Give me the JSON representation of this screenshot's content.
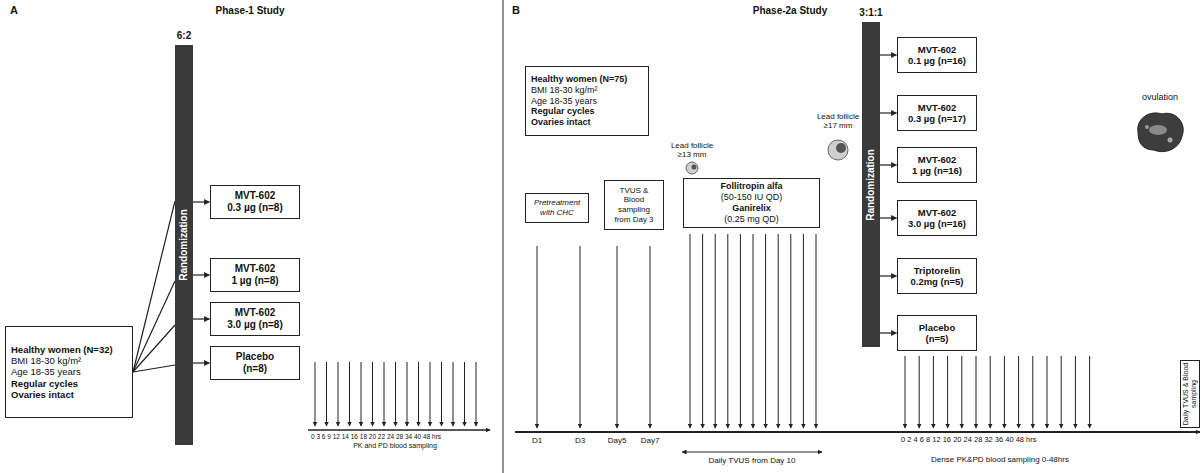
{
  "diagram": {
    "nodes": [
      {
        "text": [
          "Healthy women (N=32)",
          "BMI 18-30 kg/m²",
          "Age 18-35 years",
          "Regular cycles",
          "Ovaries intact"
        ]
      },
      {
        "text": [
          "6:2",
          "Randomization"
        ]
      },
      {
        "text": [
          "MVT-602",
          "0.3 µg (n=8)"
        ]
      },
      {
        "text": [
          "MVT-602",
          "1 µg (n=8)"
        ]
      },
      {
        "text": [
          "MVT-602",
          "3.0 µg (n=8)"
        ]
      },
      {
        "text": [
          "Placebo",
          "(n=8)"
        ]
      },
      {
        "text": [
          "Healthy women (N=75)",
          "BMI 18-30 kg/m²",
          "Age 18-35 years",
          "Regular cycles",
          "Ovaries intact"
        ]
      },
      {
        "text": [
          "Pretreatment with CHC"
        ]
      },
      {
        "text": [
          "TVUS & Blood sampling from Day 3"
        ]
      },
      {
        "text": [
          "Follitropin alfa",
          "(50-150 IU QD)",
          "Ganirelix",
          "(0.25 mg QD)"
        ]
      },
      {
        "text": [
          "3:1:1",
          "Randomization"
        ]
      },
      {
        "text": [
          "MVT-602",
          "0.1 µg (n=16)"
        ]
      },
      {
        "text": [
          "MVT-602",
          "0.3 µg (n=17)"
        ]
      },
      {
        "text": [
          "MVT-602",
          "1 µg (n=16)"
        ]
      },
      {
        "text": [
          "MVT-602",
          "3.0 µg (n=16)"
        ]
      },
      {
        "text": [
          "Triptorelin",
          "0.2mg (n=5)"
        ]
      },
      {
        "text": [
          "Placebo",
          "(n=5)"
        ]
      },
      {
        "text": [
          "Daily TVUS & Blood sampling"
        ]
      }
    ],
    "edges": [
      {
        "from": 0,
        "to": 1,
        "arrow": "none"
      },
      {
        "from": 0,
        "to": 1,
        "arrow": "none"
      },
      {
        "from": 0,
        "to": 1,
        "arrow": "none"
      },
      {
        "from": 0,
        "to": 1,
        "arrow": "none"
      },
      {
        "from": 1,
        "to": 2,
        "arrow": "to"
      },
      {
        "from": 1,
        "to": 3,
        "arrow": "to"
      },
      {
        "from": 1,
        "to": 4,
        "arrow": "to"
      },
      {
        "from": 1,
        "to": 5,
        "arrow": "to"
      },
      {
        "from": 10,
        "to": 11,
        "arrow": "to"
      },
      {
        "from": 10,
        "to": 12,
        "arrow": "to"
      },
      {
        "from": 10,
        "to": 13,
        "arrow": "to"
      },
      {
        "from": 10,
        "to": 14,
        "arrow": "to"
      },
      {
        "from": 10,
        "to": 15,
        "arrow": "to"
      },
      {
        "from": 10,
        "to": 16,
        "arrow": "to"
      }
    ],
    "labels": [
      "A",
      "Phase-1 Study",
      "0 3 6 9 12 14 16 18 20 22 24 28 34 40 48 hrs",
      "PK and PD blood sampling",
      "B",
      "Phase-2a Study",
      "Lead follicle ≥13 mm",
      "Lead follicle ≥17 mm",
      "ovulation",
      "D1",
      "D3",
      "Day5",
      "Day7",
      "Daily TVUS from Day 10",
      "0 2 4 6 8 12 16 20 24 28 32 36 40 48 hrs",
      "Dense PK&PD blood sampling 0-48hrs"
    ]
  }
}
